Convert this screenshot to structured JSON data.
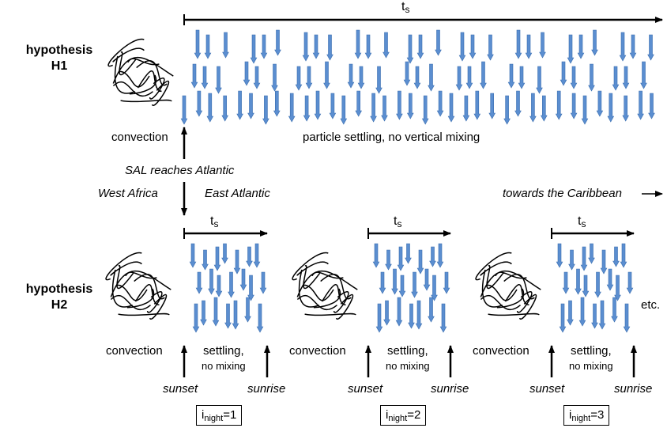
{
  "h1": {
    "label_line1": "hypothesis",
    "label_line2": "H1",
    "ts_main": "t",
    "ts_sub": "s",
    "convection": "convection",
    "settling": "particle settling, no vertical mixing"
  },
  "middle": {
    "sal": "SAL reaches Atlantic",
    "west": "West Africa",
    "east": "East Atlantic",
    "towards": "towards the Caribbean"
  },
  "h2": {
    "label_line1": "hypothesis",
    "label_line2": "H2",
    "etc": "etc.",
    "panels": [
      {
        "ts_main": "t",
        "ts_sub": "s",
        "convection": "convection",
        "settling": "settling,",
        "no_mixing": "no mixing",
        "sunset": "sunset",
        "sunrise": "sunrise",
        "night_main": "i",
        "night_sub": "night",
        "night_val": "=1"
      },
      {
        "ts_main": "t",
        "ts_sub": "s",
        "convection": "convection",
        "settling": "settling,",
        "no_mixing": "no mixing",
        "sunset": "sunset",
        "sunrise": "sunrise",
        "night_main": "i",
        "night_sub": "night",
        "night_val": "=2"
      },
      {
        "ts_main": "t",
        "ts_sub": "s",
        "convection": "convection",
        "settling": "settling,",
        "no_mixing": "no mixing",
        "sunset": "sunset",
        "sunrise": "sunrise",
        "night_main": "i",
        "night_sub": "night",
        "night_val": "=3"
      }
    ]
  },
  "colors": {
    "arrow_fill": "#5b8ed0",
    "arrow_stroke": "#3a6eb0",
    "line": "#000000"
  }
}
